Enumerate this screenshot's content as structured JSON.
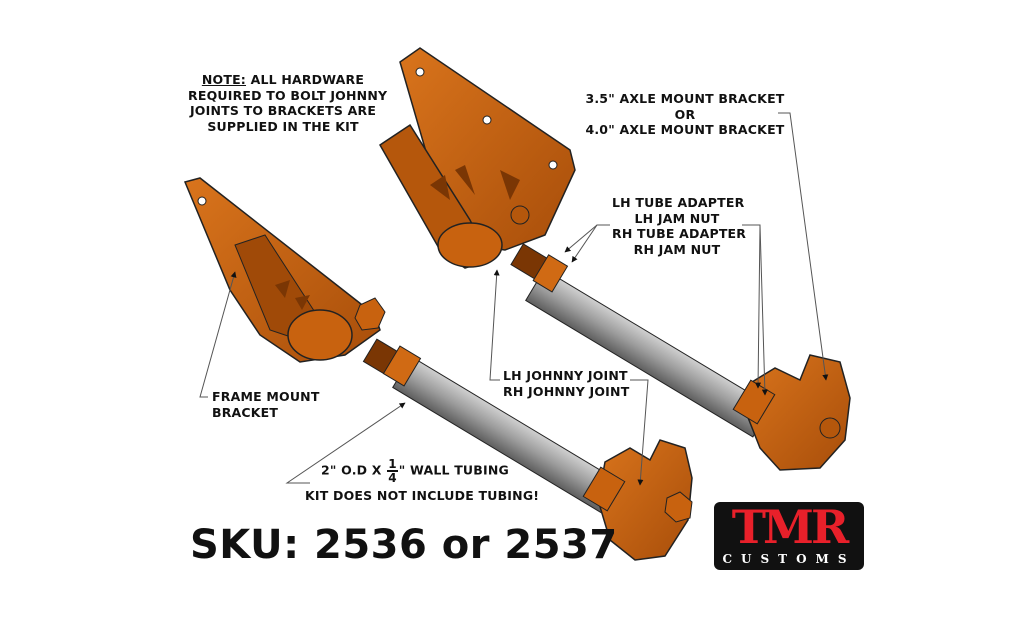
{
  "note": {
    "lead": "NOTE:",
    "line1_rest": " ALL HARDWARE",
    "line2": "REQUIRED TO BOLT JOHNNY",
    "line3": "JOINTS TO BRACKETS ARE",
    "line4": "SUPPLIED IN THE KIT"
  },
  "callouts": {
    "axle_bracket": {
      "line1": "3.5\" AXLE MOUNT BRACKET",
      "line2": "OR",
      "line3": "4.0\" AXLE MOUNT BRACKET"
    },
    "adapters": {
      "line1": "LH TUBE ADAPTER",
      "line2": "LH JAM NUT",
      "line3": "RH TUBE ADAPTER",
      "line4": "RH JAM NUT"
    },
    "frame_bracket": {
      "line1": "FRAME MOUNT",
      "line2": "BRACKET"
    },
    "johnny_joint": {
      "line1": "LH JOHNNY JOINT",
      "line2": "RH JOHNNY JOINT"
    },
    "tubing": {
      "prefix": "2\" O.D X ",
      "frac_num": "1",
      "frac_den": "4",
      "suffix": "\" WALL TUBING",
      "warning": "KIT DOES NOT INCLUDE TUBING!"
    }
  },
  "sku": "SKU: 2536 or 2537",
  "logo": {
    "main": "TMR",
    "sub": "CUSTOMS",
    "colors": {
      "red": "#e8202a",
      "black": "#111111",
      "white": "#ffffff"
    }
  },
  "colors": {
    "bracket_orange": "#c8620f",
    "bracket_dark": "#8a3f05",
    "tube_gray": "#9a9a9a",
    "leader_line": "#555555"
  }
}
